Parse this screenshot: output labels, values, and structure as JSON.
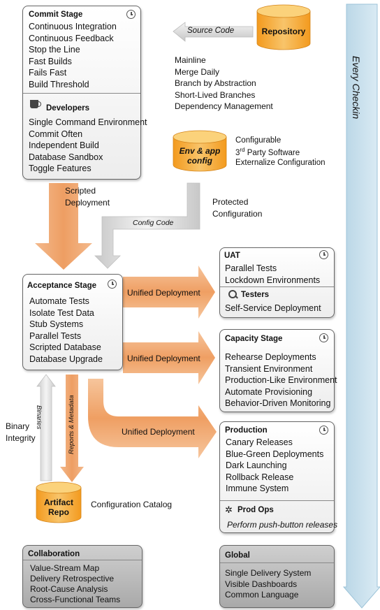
{
  "commit_stage": {
    "title": "Commit Stage",
    "items": [
      "Continuous Integration",
      "Continuous Feedback",
      "Stop the Line",
      "Fast Builds",
      "Fails Fast",
      "Build Threshold"
    ],
    "developers_title": "Developers",
    "developer_items": [
      "Single Command Environment",
      "Commit Often",
      "Independent Build",
      "Database Sandbox",
      "Toggle Features"
    ]
  },
  "repository": {
    "label": "Repository",
    "source_code_label": "Source Code"
  },
  "repo_practices": [
    "Mainline",
    "Merge Daily",
    "Branch by Abstraction",
    "Short-Lived Branches",
    "Dependency Management"
  ],
  "env_config": {
    "label_line1": "Env & app",
    "label_line2": "config",
    "items": [
      "Configurable",
      "3rd Party Software",
      "Externalize Configuration"
    ]
  },
  "scripted_deployment": [
    "Scripted",
    "Deployment"
  ],
  "protected_configuration": [
    "Protected",
    "Configuration"
  ],
  "config_code_label": "Config Code",
  "acceptance_stage": {
    "title": "Acceptance Stage",
    "items": [
      "Automate Tests",
      "Isolate Test Data",
      "Stub Systems",
      "Parallel Tests",
      "Scripted Database",
      "Database Upgrade"
    ]
  },
  "unified_deployment_label": "Unified Deployment",
  "uat": {
    "title": "UAT",
    "items": [
      "Parallel Tests",
      "Lockdown Environments"
    ],
    "testers_title": "Testers",
    "tester_items": [
      "Self-Service Deployment"
    ]
  },
  "capacity_stage": {
    "title": "Capacity Stage",
    "items": [
      "Rehearse Deployments",
      "Transient Environment",
      "Production-Like Environment",
      "Automate Provisioning",
      "Behavior-Driven Monitoring"
    ]
  },
  "production": {
    "title": "Production",
    "items": [
      "Canary Releases",
      "Blue-Green Deployments",
      "Dark Launching",
      "Rollback Release",
      "Immune System"
    ],
    "prod_ops_title": "Prod Ops",
    "prod_ops_item": "Perform push-button releases"
  },
  "binaries_label": "Binaries",
  "reports_label": "Reports & Metadata",
  "binary_integrity": [
    "Binary",
    "Integrity"
  ],
  "artifact_repo": {
    "label_line1": "Artifact",
    "label_line2": "Repo"
  },
  "configuration_catalog": "Configuration Catalog",
  "collaboration": {
    "title": "Collaboration",
    "items": [
      "Value-Stream Map",
      "Delivery Retrospective",
      "Root-Cause Analysis",
      "Cross-Functional Teams"
    ]
  },
  "global": {
    "title": "Global",
    "items": [
      "Single Delivery System",
      "Visible Dashboards",
      "Common Language"
    ]
  },
  "every_checkin": "Every Checkin",
  "colors": {
    "orange": "#f0a66e",
    "orange_light": "#fbd8b6",
    "cylinder": "#f4a93a",
    "blue_band": "#c6dfec"
  }
}
